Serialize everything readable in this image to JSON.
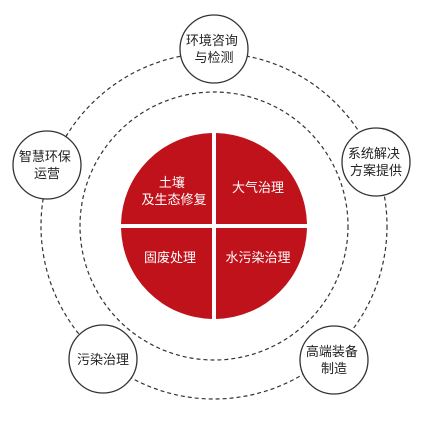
{
  "colors": {
    "accent": "#c0121b",
    "ring": "#333333",
    "satellite_border": "#333333",
    "satellite_fill": "#ffffff",
    "text_dark": "#222222",
    "text_light": "#ffffff"
  },
  "core": {
    "top_left": [
      "土壤",
      "及生态修复"
    ],
    "top_right": [
      "大气治理"
    ],
    "bottom_left": [
      "固废处理"
    ],
    "bottom_right": [
      "水污染治理"
    ]
  },
  "satellites": {
    "consulting": [
      "环境咨询",
      "与检测"
    ],
    "solutions": [
      "系统解决",
      "方案提供"
    ],
    "equipment": [
      "高端装备",
      "制造"
    ],
    "pollution": [
      "污染治理"
    ],
    "smart_ops": [
      "智慧环保",
      "运营"
    ]
  }
}
